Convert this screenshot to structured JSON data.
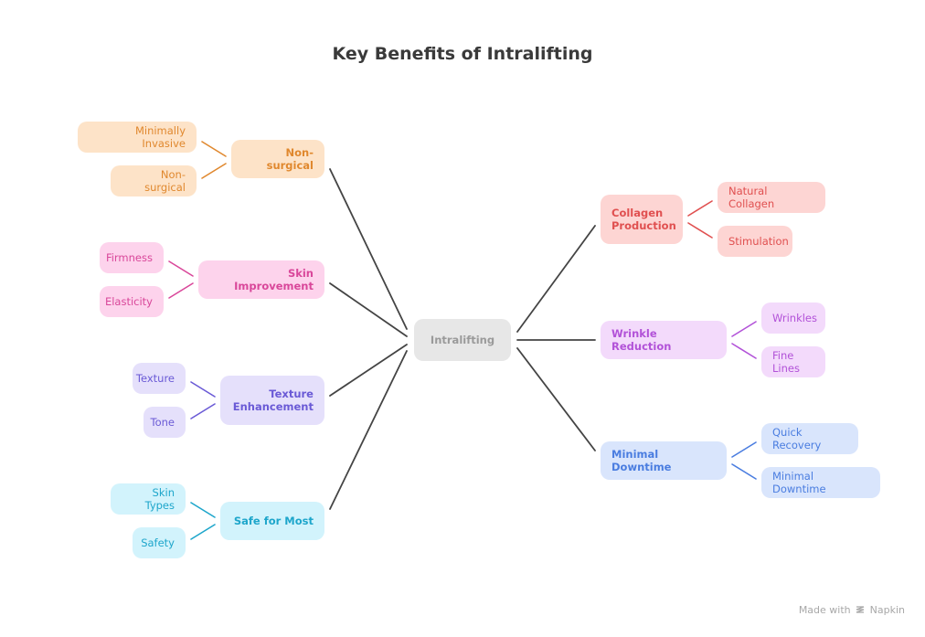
{
  "title": "Key Benefits of Intralifting",
  "center": "Intralifting",
  "branches": [
    {
      "label": "Non-surgical",
      "color": "#e0882e",
      "children": [
        "Minimally Invasive",
        "Non-surgical"
      ]
    },
    {
      "label": "Skin Improvement",
      "color": "#d9479a",
      "children": [
        "Firmness",
        "Elasticity"
      ]
    },
    {
      "label": "Texture Enhancement",
      "color": "#6a5ad6",
      "children": [
        "Texture",
        "Tone"
      ]
    },
    {
      "label": "Safe for Most",
      "color": "#1ea6cb",
      "children": [
        "Skin Types",
        "Safety"
      ]
    },
    {
      "label": "Collagen Production",
      "color": "#e05050",
      "children": [
        "Natural Collagen",
        "Stimulation"
      ]
    },
    {
      "label": "Wrinkle Reduction",
      "color": "#b252d8",
      "children": [
        "Wrinkles",
        "Fine Lines"
      ]
    },
    {
      "label": "Minimal Downtime",
      "color": "#4a7de0",
      "children": [
        "Quick Recovery",
        "Minimal Downtime"
      ]
    }
  ],
  "footer": {
    "text": "Made with",
    "brand": "Napkin",
    "icon": "napkin-logo-icon"
  }
}
